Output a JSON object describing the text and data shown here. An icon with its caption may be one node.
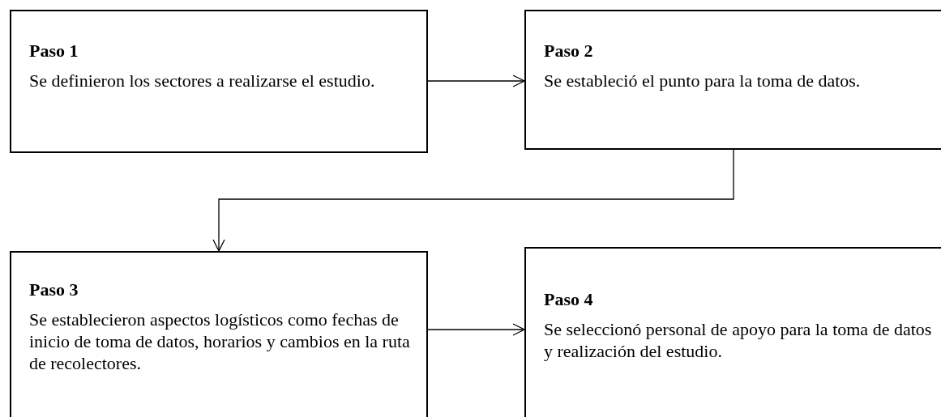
{
  "diagram": {
    "nodes": [
      {
        "text": [
          "Paso 1",
          "Se definieron los sectores a realizarse el estudio."
        ]
      },
      {
        "text": [
          "Paso 2",
          "Se estableció el punto para la toma de datos."
        ]
      },
      {
        "text": [
          "Paso 3",
          "Se establecieron aspectos logísticos como fechas de inicio de toma de datos, horarios y cambios en la ruta de recolectores."
        ]
      },
      {
        "text": [
          "Paso 4",
          "Se seleccionó personal de apoyo para la toma de datos y realización del estudio."
        ]
      }
    ],
    "edges": [
      {
        "from": 0,
        "to": 1,
        "arrow": "to"
      },
      {
        "from": 1,
        "to": 2,
        "arrow": "to"
      },
      {
        "from": 2,
        "to": 3,
        "arrow": "to"
      }
    ]
  }
}
